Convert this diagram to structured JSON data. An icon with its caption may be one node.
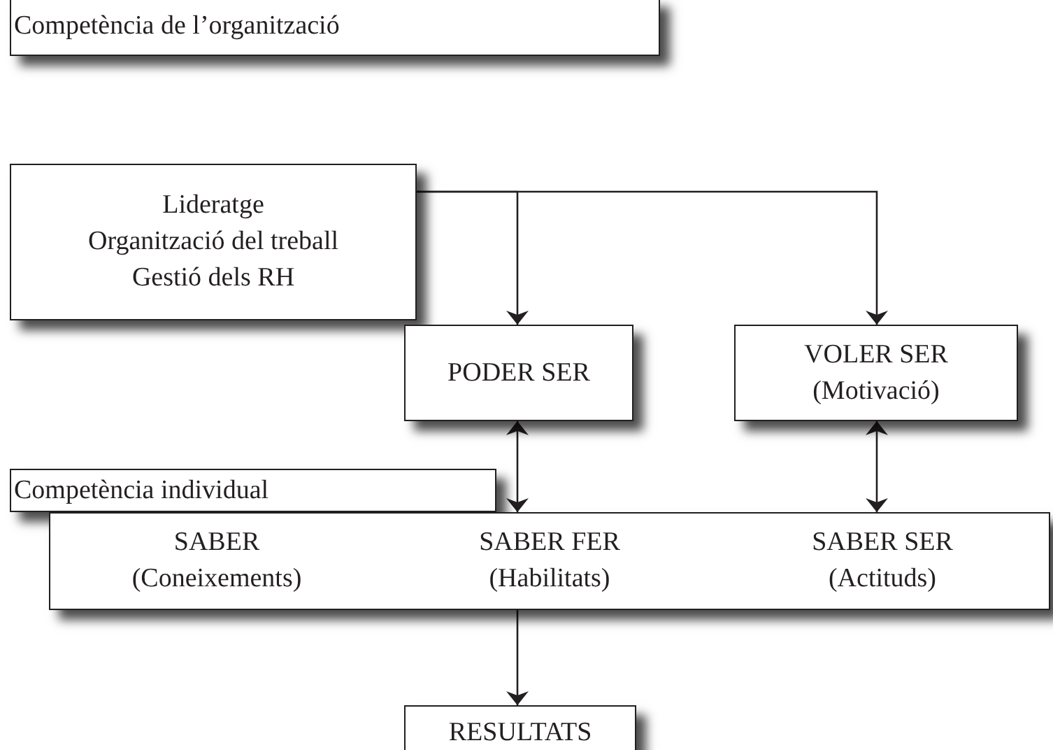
{
  "diagram": {
    "nodes": [
      {
        "text": [
          "Competència de l’organització"
        ]
      },
      {
        "text": [
          "Lideratge",
          "Organització del treball",
          "Gestió dels RH"
        ]
      },
      {
        "text": [
          "PODER SER"
        ]
      },
      {
        "text": [
          "VOLER SER (Motivació)"
        ]
      },
      {
        "text": [
          "Competència individual"
        ]
      },
      {
        "text": [
          "SABER (Coneixements)",
          "SABER FER (Habilitats)",
          "SABER SER (Actituds)"
        ]
      },
      {
        "text": [
          "RESULTATS"
        ]
      }
    ],
    "edges": [
      {
        "from": 1,
        "to": 2,
        "arrow": "to"
      },
      {
        "from": 1,
        "to": 3,
        "arrow": "to"
      },
      {
        "from": 2,
        "to": 5,
        "arrow": "both"
      },
      {
        "from": 3,
        "to": 5,
        "arrow": "both"
      },
      {
        "from": 5,
        "to": 6,
        "arrow": "to"
      }
    ]
  }
}
